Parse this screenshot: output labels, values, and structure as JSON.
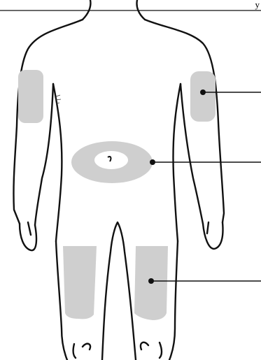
{
  "figure": {
    "top_caption_fragment": "y",
    "colors": {
      "outline": "#111111",
      "site_fill": "#cfcfcf",
      "navel_fill": "#ffffff",
      "background": "#ffffff"
    },
    "injection_sites": [
      {
        "name": "upper-arm",
        "sides": [
          "left",
          "right"
        ]
      },
      {
        "name": "abdomen"
      },
      {
        "name": "thigh",
        "sides": [
          "left",
          "right"
        ]
      }
    ],
    "leader_lines": [
      "upper-arm",
      "abdomen",
      "thigh"
    ]
  }
}
